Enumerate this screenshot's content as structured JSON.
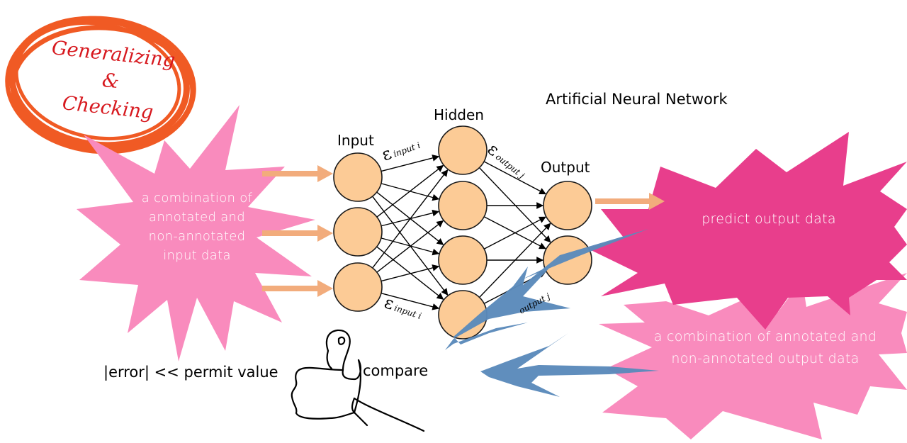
{
  "badge": {
    "line1": "Generalizing",
    "line2": "&",
    "line3": "Checking"
  },
  "diagram_title": "Artificial Neural Network",
  "layers": {
    "input": "Input",
    "hidden": "Hidden",
    "output": "Output"
  },
  "network": {
    "input_nodes": 3,
    "hidden_nodes": 4,
    "output_nodes": 2,
    "connections": "fully-connected"
  },
  "epsilon_labels": {
    "symbol": "ε",
    "input_top": "input i",
    "input_bottom": "input i",
    "output_top": "output j",
    "output_bottom": "output j"
  },
  "bursts": {
    "input_data": "a combination of annotated and non-annotated input data",
    "input_data_lines": [
      "a combination of",
      "annotated and",
      "non-annotated",
      "input data"
    ],
    "predict": "predict output data",
    "output_data_lines": [
      "a combination of annotated and",
      "non-annotated output data"
    ]
  },
  "feedback": {
    "error_text": "|error| << permit value",
    "compare_text": "compare"
  },
  "colors": {
    "badge_ring": "#f05a24",
    "badge_text": "#d7191f",
    "burst_light": "#f98bbd",
    "burst_dark": "#e83e8c",
    "node_fill": "#fccb96",
    "node_stroke": "#1a1a1a",
    "feed_arrow": "#f2ac7c",
    "brush_arrow": "#5b8abb"
  }
}
